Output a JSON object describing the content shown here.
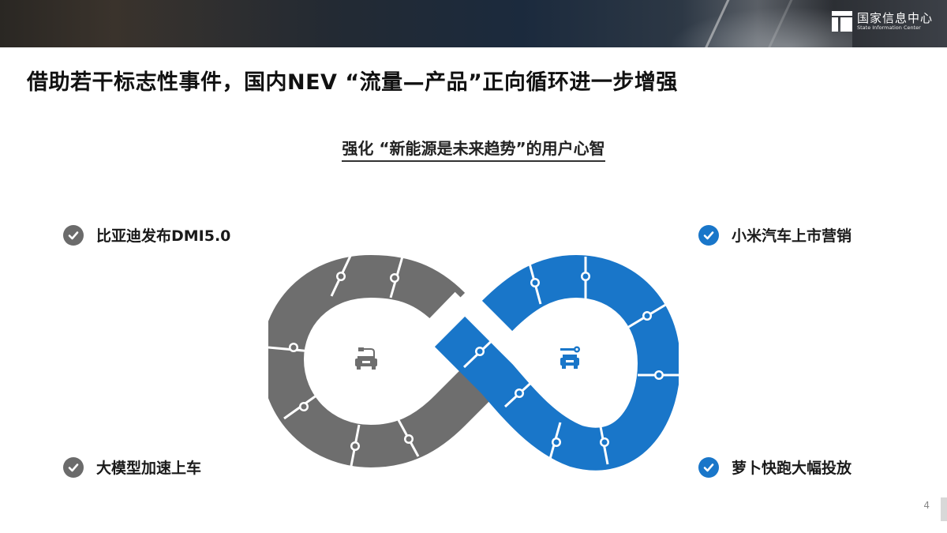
{
  "header": {
    "logo_cn": "国家信息中心",
    "logo_en": "State Information Center"
  },
  "slide": {
    "title": "借助若干标志性事件，国内NEV “流量—产品”正向循环进一步增强",
    "subtitle": "强化 “新能源是未来趋势”的用户心智",
    "page_number": "4"
  },
  "events": [
    {
      "label": "比亚迪发布DMI5.0",
      "side": "left",
      "color": "#6b6b6b"
    },
    {
      "label": "小米汽车上市营销",
      "side": "right",
      "color": "#1976c9"
    },
    {
      "label": "大模型加速上车",
      "side": "left",
      "color": "#6b6b6b"
    },
    {
      "label": "萝卜快跑大幅投放",
      "side": "right",
      "color": "#1976c9"
    }
  ],
  "diagram": {
    "type": "infinity-puzzle-loop",
    "left_lobe": {
      "color": "#6e6e6e",
      "icon": "ev-charging-car-icon",
      "pieces": 8
    },
    "right_lobe": {
      "color": "#1976c9",
      "icon": "car-key-icon",
      "pieces": 9
    }
  }
}
